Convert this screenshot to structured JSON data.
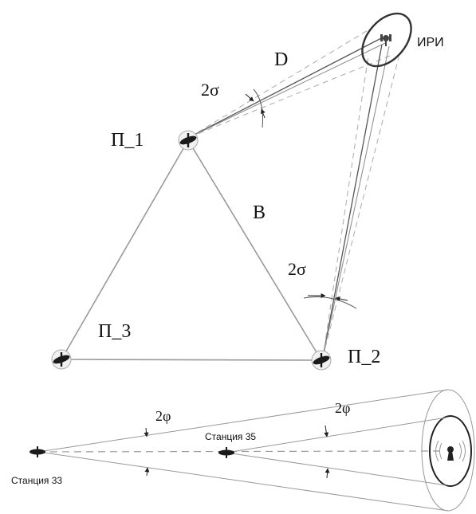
{
  "top_diagram": {
    "source_label": "ИРИ",
    "distance_label": "D",
    "baseline_label": "B",
    "error_label_p1": "2σ",
    "error_label_p2": "2σ",
    "post_1": "П_1",
    "post_2": "П_2",
    "post_3": "П_3"
  },
  "bottom_diagram": {
    "station_33": "Станция 33",
    "station_35": "Станция 35",
    "angle_label_1": "2φ",
    "angle_label_2": "2φ"
  }
}
